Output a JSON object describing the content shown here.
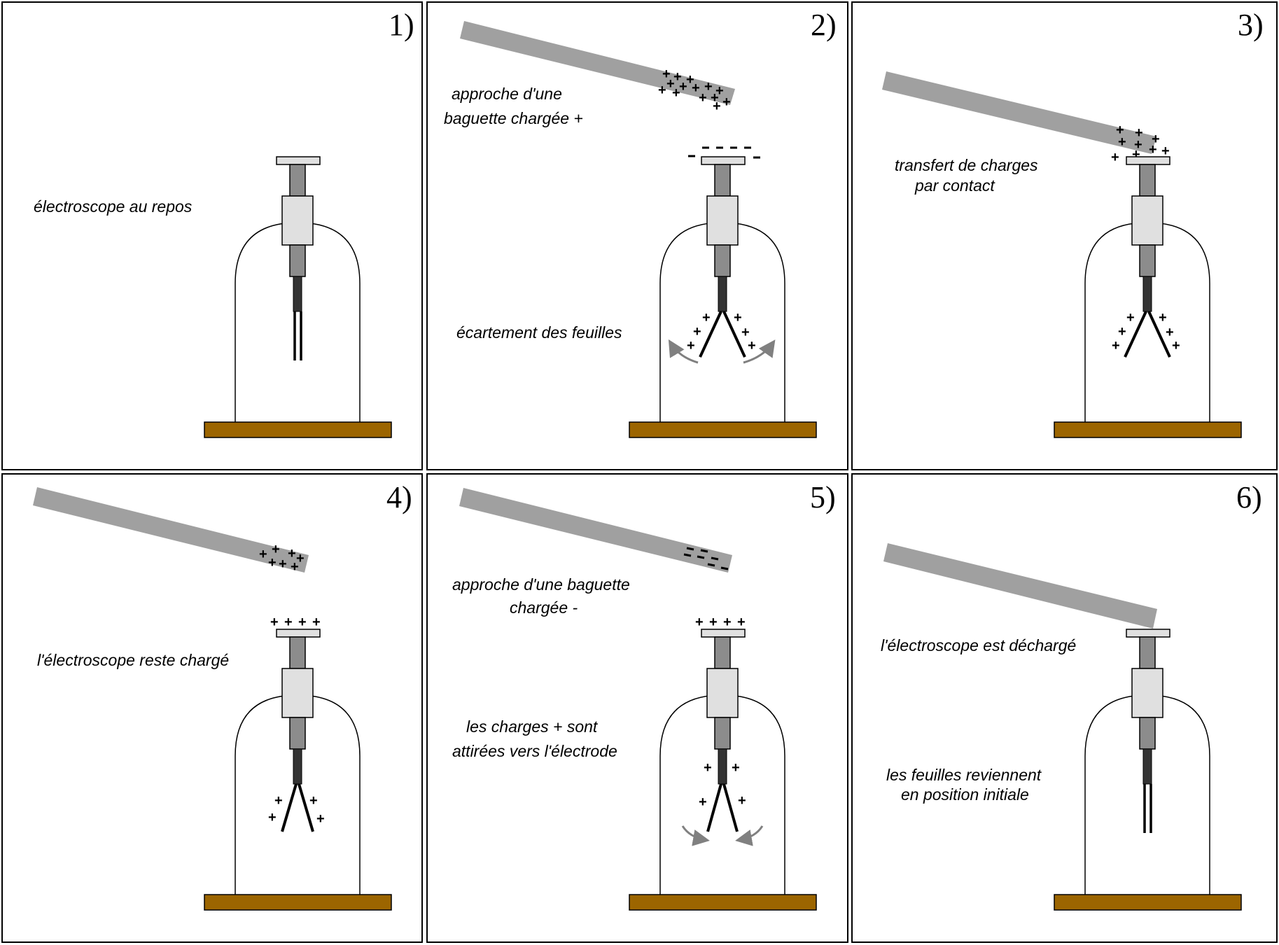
{
  "colors": {
    "rod": "#a0a0a0",
    "base": "#9c6500",
    "knob": "#e0e0e0",
    "stem": "#8c8c8c",
    "insulator": "#e0e0e0",
    "leaves": "#000000",
    "arrow": "#808080",
    "bell": "#000000"
  },
  "panels": [
    {
      "number": "1)",
      "captions": [
        "électroscope au repos"
      ]
    },
    {
      "number": "2)",
      "captions": [
        "approche d'une",
        "baguette chargée +",
        "écartement des feuilles"
      ]
    },
    {
      "number": "3)",
      "captions": [
        "transfert de charges",
        "par contact"
      ]
    },
    {
      "number": "4)",
      "captions": [
        "l'électroscope reste chargé"
      ]
    },
    {
      "number": "5)",
      "captions": [
        "approche d'une baguette",
        "chargée -",
        "les charges + sont",
        "attirées vers l'électrode"
      ]
    },
    {
      "number": "6)",
      "captions": [
        "l'électroscope est déchargé",
        "les feuilles reviennent",
        "en position initiale"
      ]
    }
  ],
  "symbols": {
    "plus": "+",
    "minus": "-"
  }
}
